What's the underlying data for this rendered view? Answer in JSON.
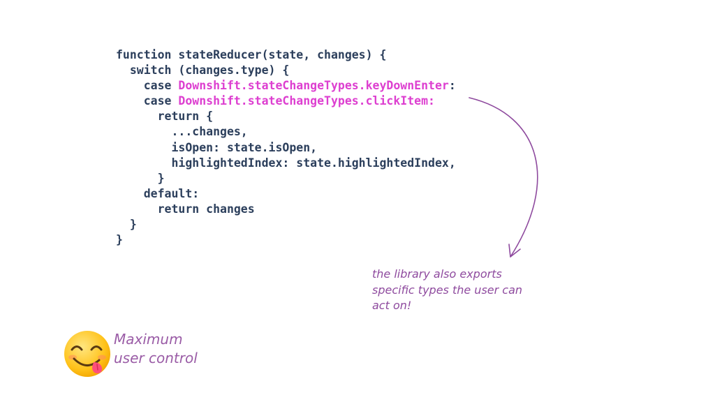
{
  "code": {
    "lines": [
      [
        {
          "t": "function stateReducer(state, changes) {"
        }
      ],
      [
        {
          "t": "  switch (changes.type) {"
        }
      ],
      [
        {
          "t": "    case "
        },
        {
          "t": "Downshift.stateChangeTypes.keyDownEnter",
          "hl": true
        },
        {
          "t": ":"
        }
      ],
      [
        {
          "t": "    case "
        },
        {
          "t": "Downshift.stateChangeTypes.clickItem:",
          "hl": true
        }
      ],
      [
        {
          "t": "      return {"
        }
      ],
      [
        {
          "t": "        ...changes,"
        }
      ],
      [
        {
          "t": "        isOpen: state.isOpen,"
        }
      ],
      [
        {
          "t": "        highlightedIndex: state.highlightedIndex,"
        }
      ],
      [
        {
          "t": "      }"
        }
      ],
      [
        {
          "t": "    default:"
        }
      ],
      [
        {
          "t": "      return changes"
        }
      ],
      [
        {
          "t": "  }"
        }
      ],
      [
        {
          "t": "}"
        }
      ]
    ]
  },
  "annotation": {
    "text": "the library also exports specific types the user can act on!"
  },
  "tagline": {
    "line1": "Maximum",
    "line2": "user control"
  },
  "emoji": {
    "icon": "yum-face-emoji-icon"
  },
  "colors": {
    "code_text": "#2c3f5c",
    "code_highlight": "#dd3fd0",
    "annotation": "#8e4a9e",
    "tagline": "#9a5ca6"
  }
}
